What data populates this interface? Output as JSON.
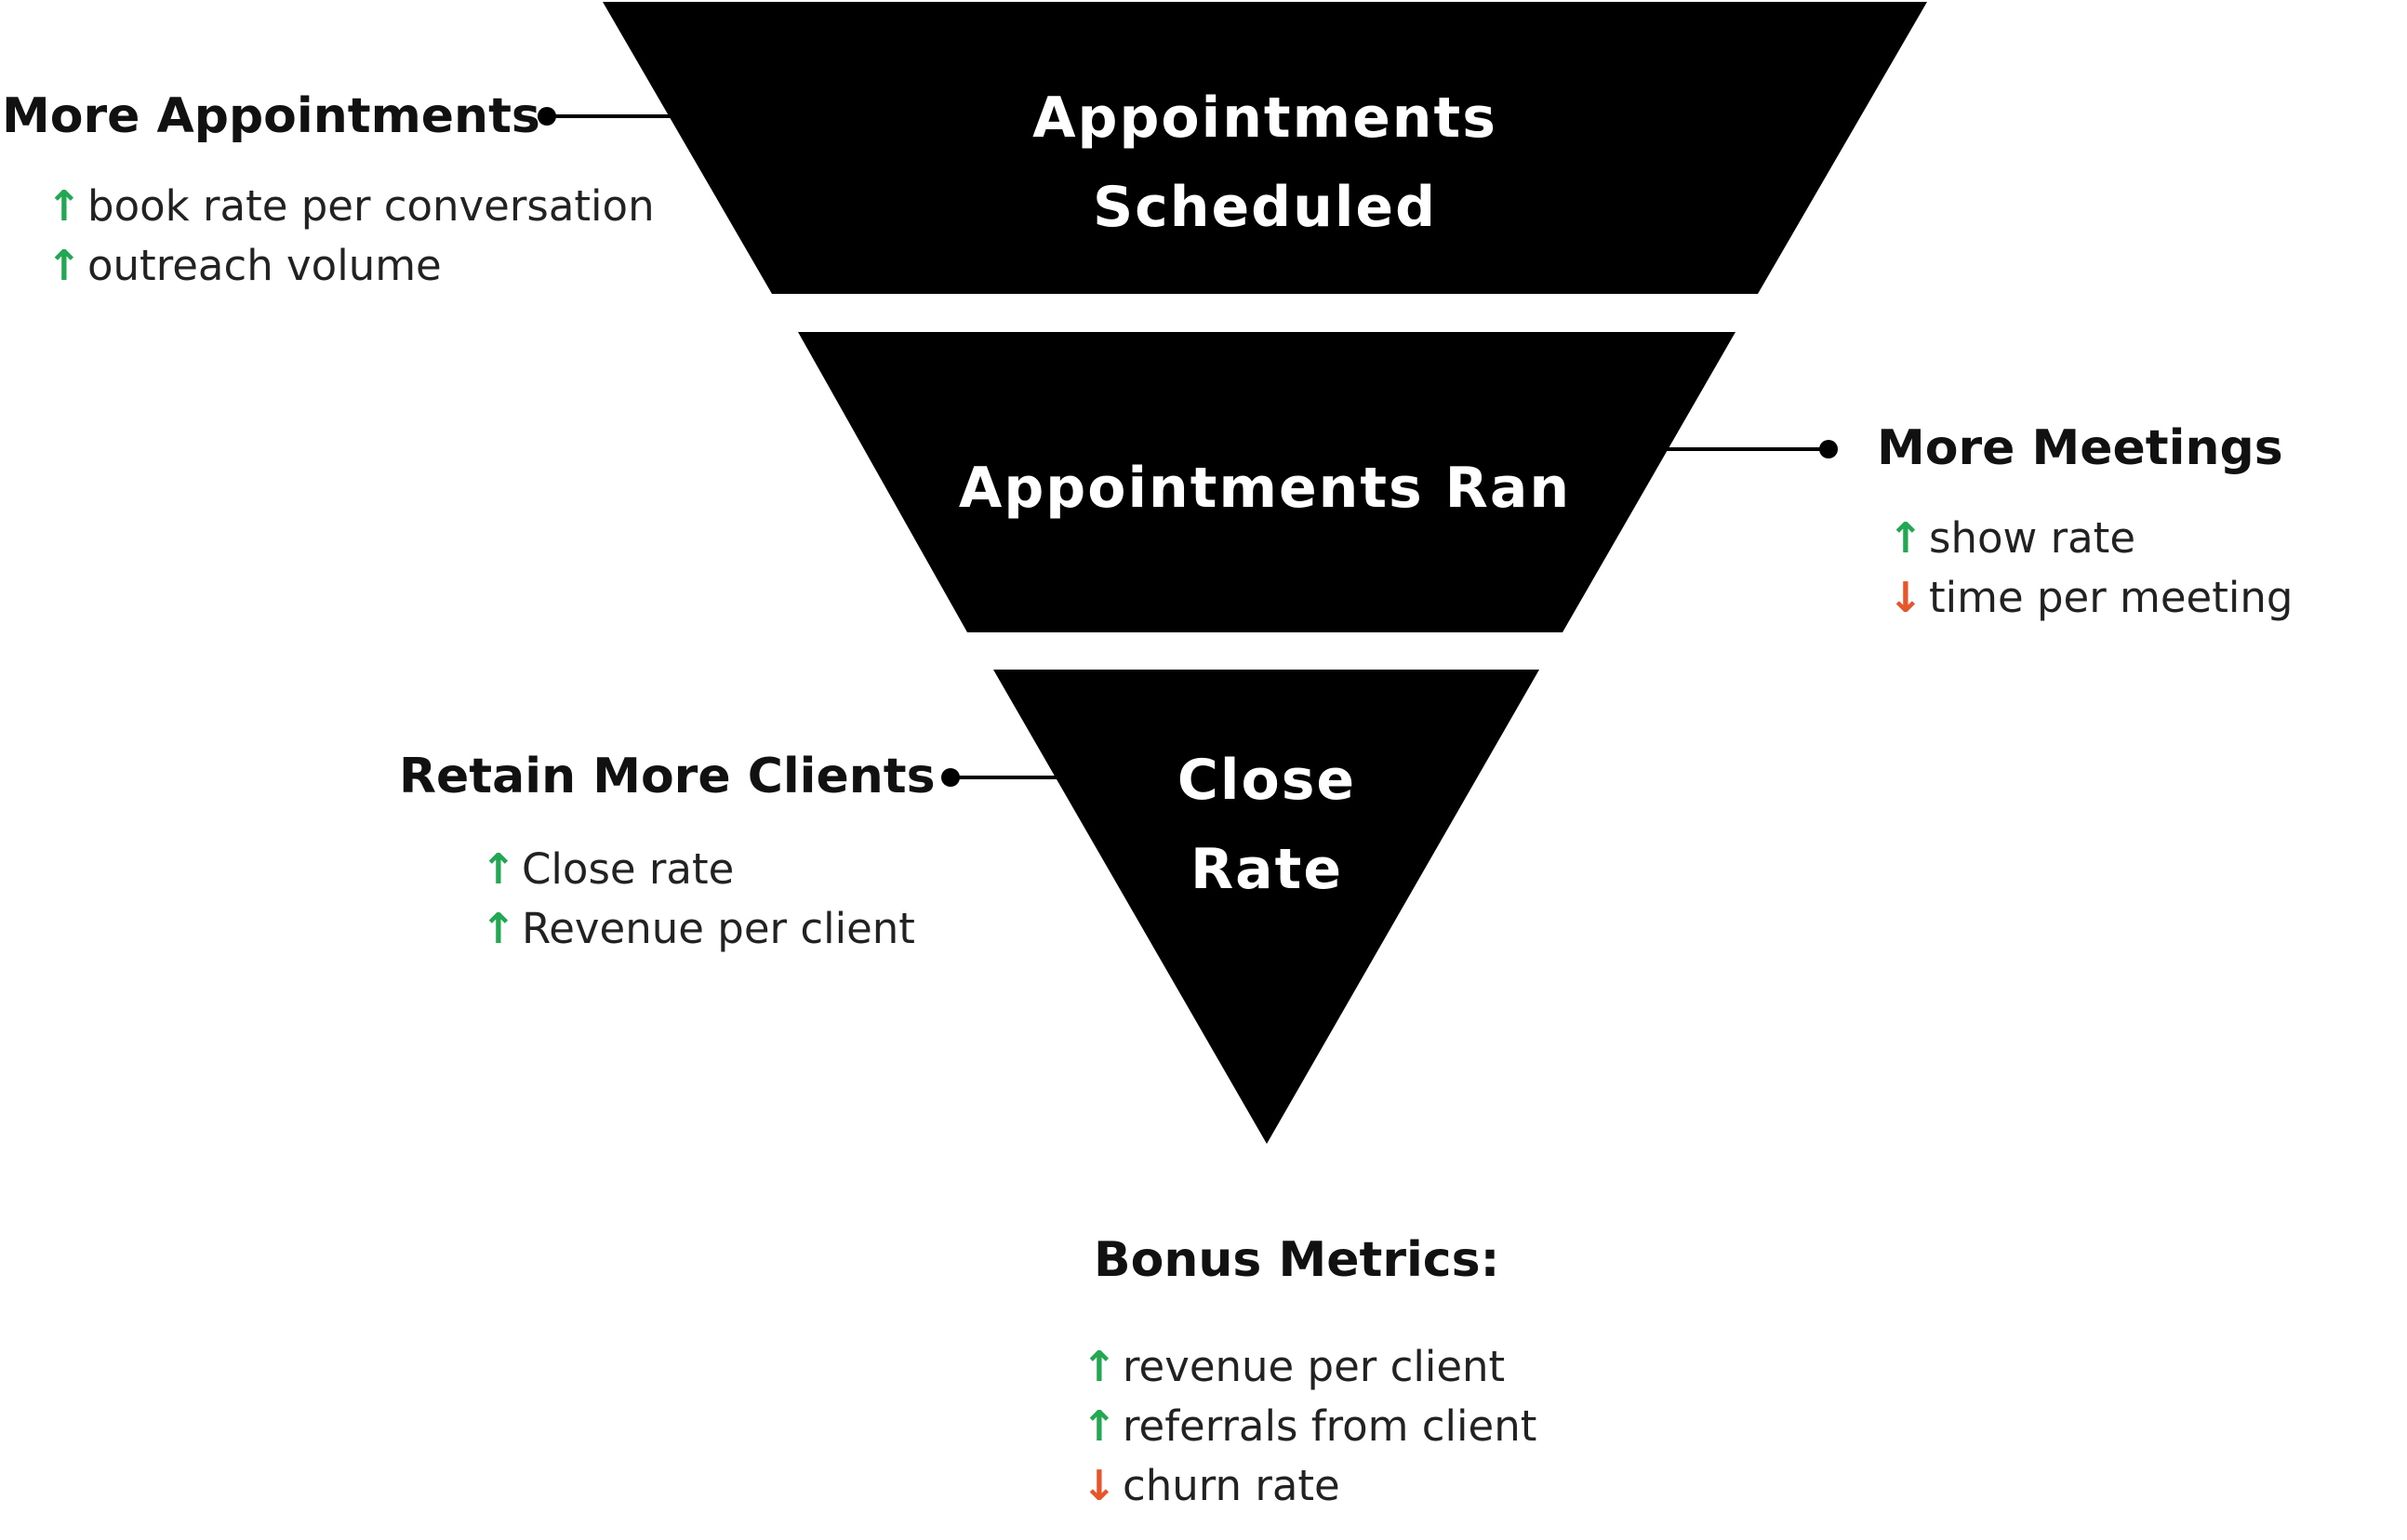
{
  "colors": {
    "funnel": "#000000",
    "stage_text": "#ffffff",
    "up_arrow": "#22a852",
    "down_arrow": "#e8552b"
  },
  "stages": [
    {
      "line1": "Appointments",
      "line2": "Scheduled"
    },
    {
      "line1": "Appointments Ran"
    },
    {
      "line1": "Close",
      "line2": "Rate"
    }
  ],
  "groups": {
    "more_appointments": {
      "title": "More Appointments",
      "metrics": [
        {
          "direction": "up",
          "arrow": "↑",
          "text": "book rate per conversation"
        },
        {
          "direction": "up",
          "arrow": "↑",
          "text": "outreach volume"
        }
      ]
    },
    "more_meetings": {
      "title": "More Meetings",
      "metrics": [
        {
          "direction": "up",
          "arrow": "↑",
          "text": "show rate"
        },
        {
          "direction": "down",
          "arrow": "↓",
          "text": "time per meeting"
        }
      ]
    },
    "retain_more_clients": {
      "title": "Retain More Clients",
      "metrics": [
        {
          "direction": "up",
          "arrow": "↑",
          "text": "Close rate"
        },
        {
          "direction": "up",
          "arrow": "↑",
          "text": "Revenue per client"
        }
      ]
    },
    "bonus_metrics": {
      "title": "Bonus Metrics:",
      "metrics": [
        {
          "direction": "up",
          "arrow": "↑",
          "text": "revenue per client"
        },
        {
          "direction": "up",
          "arrow": "↑",
          "text": "referrals from client"
        },
        {
          "direction": "down",
          "arrow": "↓",
          "text": "churn rate"
        }
      ]
    }
  }
}
